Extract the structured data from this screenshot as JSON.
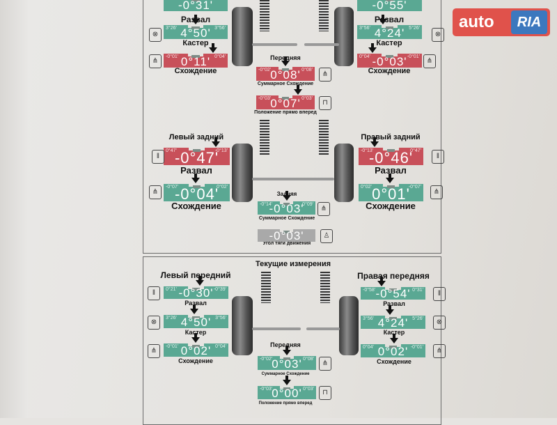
{
  "colors": {
    "green": "#5aa893",
    "red": "#c8505a",
    "grey": "#a9a9a9"
  },
  "logo": {
    "brand": "auto",
    "suffix": "RIA"
  },
  "labels": {
    "camber": "Развал",
    "caster": "Кастер",
    "toe": "Схождение",
    "front": "Передняя",
    "rear": "Задняя",
    "total_toe": "Суммарное Схождение",
    "straight": "Положение прямо вперед",
    "thrust": "Угол тяги движения"
  },
  "sections": {
    "rear": {
      "left_title": "Левый задний",
      "right_title": "Правый задний"
    },
    "current": {
      "title": "Текущие измерения",
      "left_title": "Левый передний",
      "right_title": "Правая передняя"
    }
  },
  "gauges": {
    "before_lf_camber": {
      "value": "-0°31'",
      "min": "",
      "max": "",
      "status": "green"
    },
    "before_lf_caster": {
      "value": "4°50'",
      "min": "3°26'",
      "max": "3°56'",
      "status": "green"
    },
    "before_lf_toe": {
      "value": "0°11'",
      "min": "-0°01'",
      "max": "0°04'",
      "status": "red"
    },
    "before_rf_camber": {
      "value": "-0°55'",
      "min": "",
      "max": "",
      "status": "green"
    },
    "before_rf_caster": {
      "value": "4°24'",
      "min": "3°56'",
      "max": "5°26'",
      "status": "green"
    },
    "before_rf_toe": {
      "value": "-0°03'",
      "min": "0°04'",
      "max": "-0°01'",
      "status": "red"
    },
    "before_front_total": {
      "value": "0°08'",
      "min": "-0°02'",
      "max": "0°08'",
      "status": "red"
    },
    "before_front_straight": {
      "value": "0°07'",
      "min": "-0°03'",
      "max": "0°03'",
      "status": "red"
    },
    "rear_l_camber": {
      "value": "-0°47'",
      "min": "0°47'",
      "max": "-0°13'",
      "status": "red"
    },
    "rear_l_toe": {
      "value": "-0°04'",
      "min": "-0°07'",
      "max": "0°02'",
      "status": "green"
    },
    "rear_r_camber": {
      "value": "-0°46'",
      "min": "-0°13'",
      "max": "0°47'",
      "status": "red"
    },
    "rear_r_toe": {
      "value": "0°01'",
      "min": "0°02'",
      "max": "-0°07'",
      "status": "green"
    },
    "rear_total": {
      "value": "-0°03'",
      "min": "-0°14'",
      "max": "0°09'",
      "status": "green"
    },
    "rear_thrust": {
      "value": "-0°03'",
      "min": "",
      "max": "",
      "status": "grey"
    },
    "cur_lf_camber": {
      "value": "-0°30'",
      "min": "0°21'",
      "max": "-0°39'",
      "status": "green"
    },
    "cur_lf_caster": {
      "value": "4°50'",
      "min": "3°26'",
      "max": "3°56'",
      "status": "green"
    },
    "cur_lf_toe": {
      "value": "0°02'",
      "min": "-0°01'",
      "max": "0°04'",
      "status": "green"
    },
    "cur_rf_camber": {
      "value": "-0°54'",
      "min": "-0°58'",
      "max": "0°31'",
      "status": "green"
    },
    "cur_rf_caster": {
      "value": "4°24'",
      "min": "3°56'",
      "max": "5°26'",
      "status": "green"
    },
    "cur_rf_toe": {
      "value": "0°02'",
      "min": "0°04'",
      "max": "-0°01'",
      "status": "green"
    },
    "cur_front_total": {
      "value": "0°03'",
      "min": "-0°02'",
      "max": "0°08'",
      "status": "green"
    },
    "cur_front_straight": {
      "value": "0°00'",
      "min": "-0°03'",
      "max": "0°03'",
      "status": "green"
    }
  }
}
